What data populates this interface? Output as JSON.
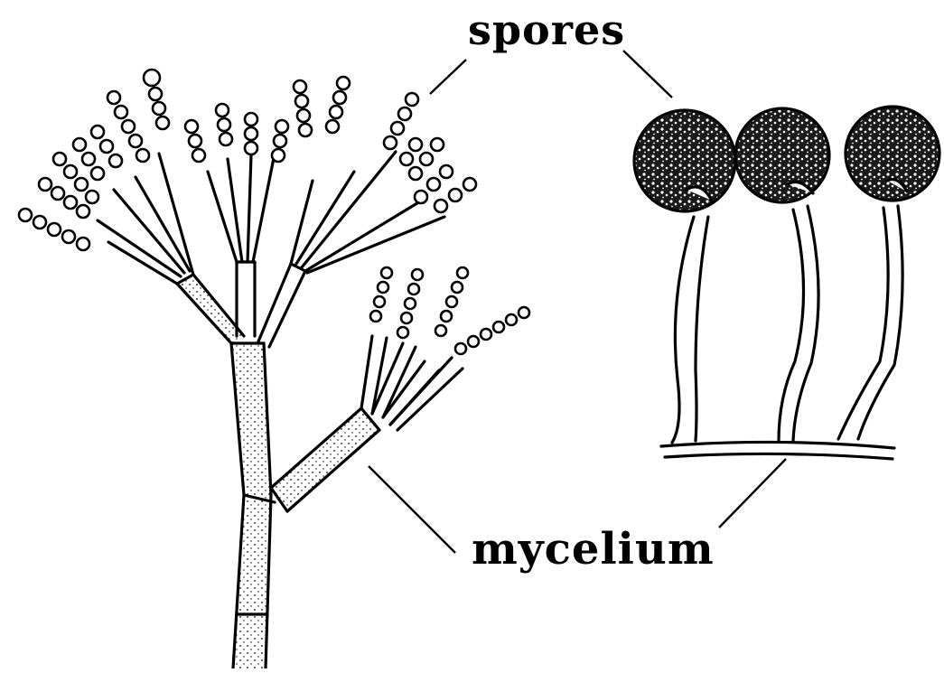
{
  "labels": {
    "spores": "spores",
    "mycelium": "mycelium"
  },
  "figures": [
    {
      "name": "penicillium-conidiophore",
      "description_hidden": true
    },
    {
      "name": "sporangia-group",
      "count": 3
    }
  ],
  "colors": {
    "ink": "#000000",
    "paper": "#ffffff"
  }
}
